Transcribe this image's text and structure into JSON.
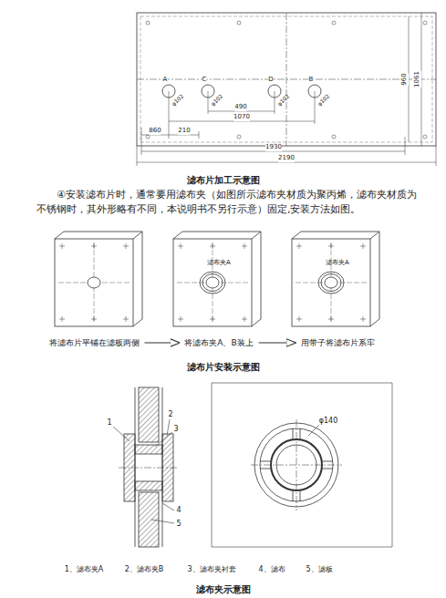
{
  "diagram": {
    "nodes": [
      {
        "text": [
          "将滤布片平铺在滤板两侧"
        ]
      },
      {
        "text": [
          "将滤布夹A、B装上"
        ]
      },
      {
        "text": [
          "用带子将滤布片系牢"
        ]
      }
    ],
    "edges": [
      {
        "from": 0,
        "to": 1,
        "arrow": "to"
      },
      {
        "from": 1,
        "to": 2,
        "arrow": "to"
      }
    ],
    "labels": [
      "A",
      "C",
      "D",
      "B",
      "φ102",
      "φ102",
      "φ102",
      "φ102",
      "490",
      "1070",
      "860",
      "210",
      "1930",
      "2190",
      "960",
      "1061",
      "滤布片加工示意图",
      "④安装滤布片时，通常要用滤布夹（如图所示滤布夹材质为聚丙烯，滤布夹材质为不锈钢时，其外形略有不同，本说明书不另行示意）固定,安装方法如图。",
      "滤布夹A",
      "滤布夹A",
      "滤布片安装示意图",
      "1",
      "2",
      "3",
      "4",
      "5",
      "φ140",
      "1、滤布夹A",
      "2、滤布夹B",
      "3、滤布夹衬套",
      "4、滤布",
      "5、滤板",
      "滤布夹示意图"
    ]
  }
}
